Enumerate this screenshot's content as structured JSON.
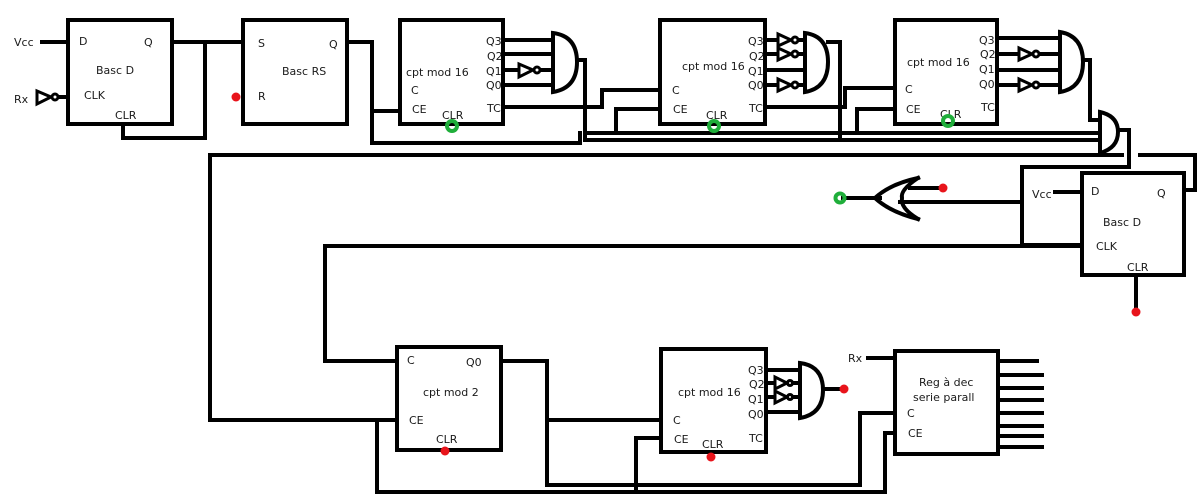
{
  "colors": {
    "wire": "#000000",
    "red_terminal": "#e8141b",
    "green_terminal": "#1fae3a",
    "background": "#ffffff"
  },
  "inputs": {
    "vcc_top": "Vcc",
    "rx_top": "Rx",
    "vcc_right": "Vcc",
    "rx_bottom": "Rx"
  },
  "blocks": {
    "basc_d_1": {
      "title": "Basc D",
      "pins": {
        "d": "D",
        "q": "Q",
        "clk": "CLK",
        "clr": "CLR"
      }
    },
    "basc_rs": {
      "title": "Basc RS",
      "pins": {
        "s": "S",
        "q": "Q",
        "r": "R"
      }
    },
    "cpt16_a": {
      "title": "cpt mod 16",
      "pins": {
        "q3": "Q3",
        "q2": "Q2",
        "q1": "Q1",
        "q0": "Q0",
        "c": "C",
        "ce": "CE",
        "tc": "TC",
        "clr": "CLR"
      }
    },
    "cpt16_b": {
      "title": "cpt mod 16",
      "pins": {
        "q3": "Q3",
        "q2": "Q2",
        "q1": "Q1",
        "q0": "Q0",
        "c": "C",
        "ce": "CE",
        "tc": "TC",
        "clr": "CLR"
      }
    },
    "cpt16_c": {
      "title": "cpt mod 16",
      "pins": {
        "q3": "Q3",
        "q2": "Q2",
        "q1": "Q1",
        "q0": "Q0",
        "c": "C",
        "ce": "CE",
        "tc": "TC",
        "clr": "CLR"
      }
    },
    "basc_d_2": {
      "title": "Basc D",
      "pins": {
        "d": "D",
        "q": "Q",
        "clk": "CLK",
        "clr": "CLR"
      }
    },
    "cpt2": {
      "title": "cpt mod 2",
      "pins": {
        "c": "C",
        "q0": "Q0",
        "ce": "CE",
        "clr": "CLR"
      }
    },
    "cpt16_d": {
      "title": "cpt mod 16",
      "pins": {
        "q3": "Q3",
        "q2": "Q2",
        "q1": "Q1",
        "q0": "Q0",
        "c": "C",
        "ce": "CE",
        "tc": "TC",
        "clr": "CLR"
      }
    },
    "shift_reg": {
      "title_line1": "Reg à dec",
      "title_line2": "serie parall",
      "pins": {
        "c": "C",
        "ce": "CE"
      },
      "parallel_outputs": 8
    }
  }
}
